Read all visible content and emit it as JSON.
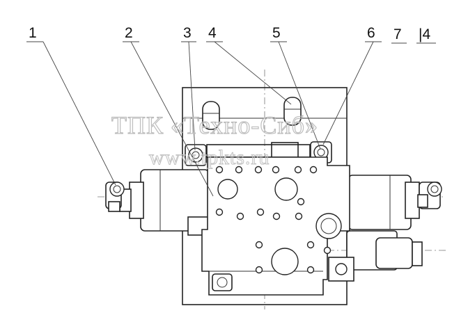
{
  "labels": {
    "l1": "1",
    "l2": "2",
    "l3": "3",
    "l4": "4",
    "l5": "5",
    "l6": "6",
    "l7": "7",
    "l8": "|4"
  },
  "watermark": {
    "line1": "ТПК «Техно-Сиб»",
    "line2": "www.tpkts.ru"
  }
}
